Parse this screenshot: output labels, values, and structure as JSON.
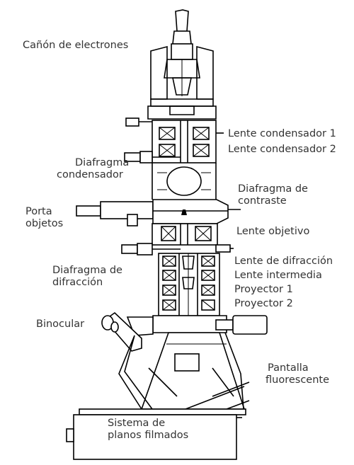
{
  "labels": {
    "electron_gun": "Cañón de electrones",
    "condenser_lens_1": "Lente condensador 1",
    "condenser_lens_2": "Lente condensador 2",
    "condenser_aperture_line1": "Diafragma",
    "condenser_aperture_line2": "condensador",
    "contrast_aperture_line1": "Diafragma de",
    "contrast_aperture_line2": "contraste",
    "specimen_holder_line1": "Porta",
    "specimen_holder_line2": "objetos",
    "objective_lens": "Lente objetivo",
    "diffraction_lens": "Lente de difracción",
    "intermediate_lens": "Lente  intermedia",
    "diffraction_aperture_line1": "Diafragma de",
    "diffraction_aperture_line2": "difracción",
    "projector_1": "Proyector 1",
    "projector_2": "Proyector 2",
    "binocular": "Binocular",
    "fluorescent_screen_line1": "Pantalla",
    "fluorescent_screen_line2": "fluorescente",
    "film_system_line1": "Sistema de",
    "film_system_line2": "planos filmados"
  }
}
